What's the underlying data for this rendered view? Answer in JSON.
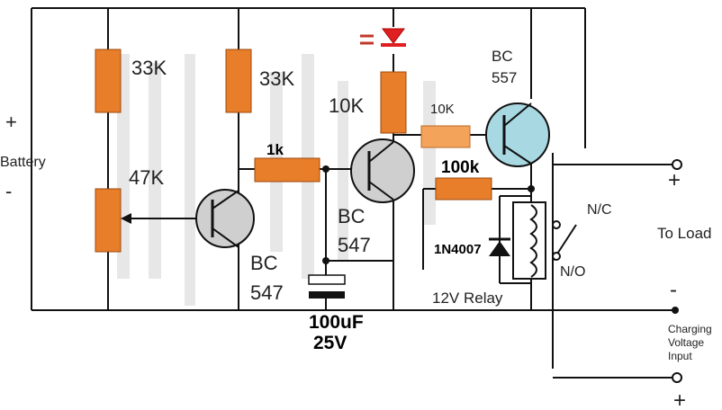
{
  "battery": {
    "label": "Battery",
    "plus": "+",
    "minus": "-"
  },
  "resistors": {
    "r1": "33K",
    "r2": "33K",
    "r3": "10K",
    "r4": "10K",
    "r5": "1k",
    "r6": "100k",
    "pot": "47K"
  },
  "transistors": {
    "t1": "BC 547",
    "t2_line1": "BC",
    "t2_line2": "547",
    "t1_line1": "BC",
    "t1_line2": "547",
    "t3_line1": "BC",
    "t3_line2": "557"
  },
  "capacitor": {
    "value": "100uF",
    "voltage": "25V"
  },
  "diode": "1N4007",
  "relay": {
    "label": "12V Relay",
    "nc": "N/C",
    "no": "N/O"
  },
  "outputs": {
    "to_load": "To Load",
    "plus_top": "+",
    "minus": "-",
    "charging_line1": "Charging",
    "charging_line2": "Voltage",
    "charging_line3": "Input",
    "plus_bottom": "+"
  },
  "colors": {
    "resistor": "#e87d2a",
    "transistor_npn": "#cfcfcf",
    "transistor_pnp": "#a8d8e2",
    "led": "#e02020",
    "wire": "#111111"
  }
}
